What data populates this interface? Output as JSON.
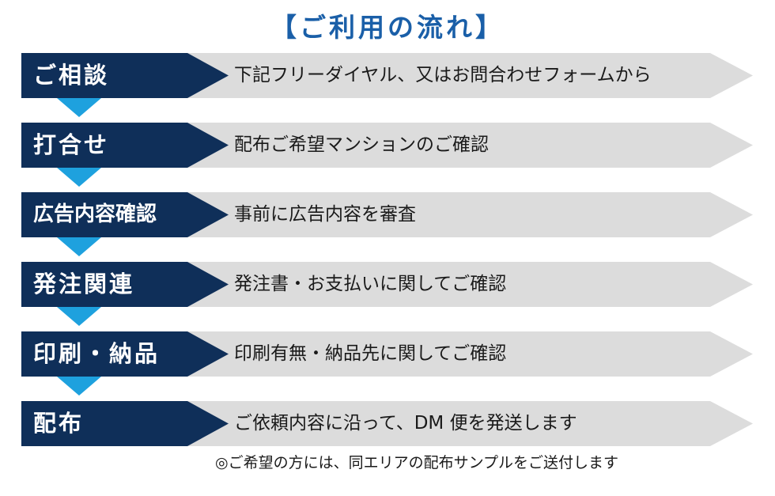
{
  "title": "【ご利用の流れ】",
  "steps": [
    {
      "label": "ご相談",
      "description": "下記フリーダイヤル、又はお問合わせフォームから"
    },
    {
      "label": "打合せ",
      "description": "配布ご希望マンションのご確認"
    },
    {
      "label": "広告内容確認",
      "description": "事前に広告内容を審査"
    },
    {
      "label": "発注関連",
      "description": "発注書・お支払いに関してご確認"
    },
    {
      "label": "印刷・納品",
      "description": "印刷有無・納品先に関してご確認"
    },
    {
      "label": "配布",
      "description": "ご依頼内容に沿って、DM 便を発送します"
    }
  ],
  "footnote": "◎ご希望の方には、同エリアの配布サンプルをご送付します",
  "colors": {
    "title": "#1a5fa8",
    "label_bg": "#0f2f59",
    "arrow_bg": "#dcdcdc",
    "connector": "#1ea1de"
  }
}
